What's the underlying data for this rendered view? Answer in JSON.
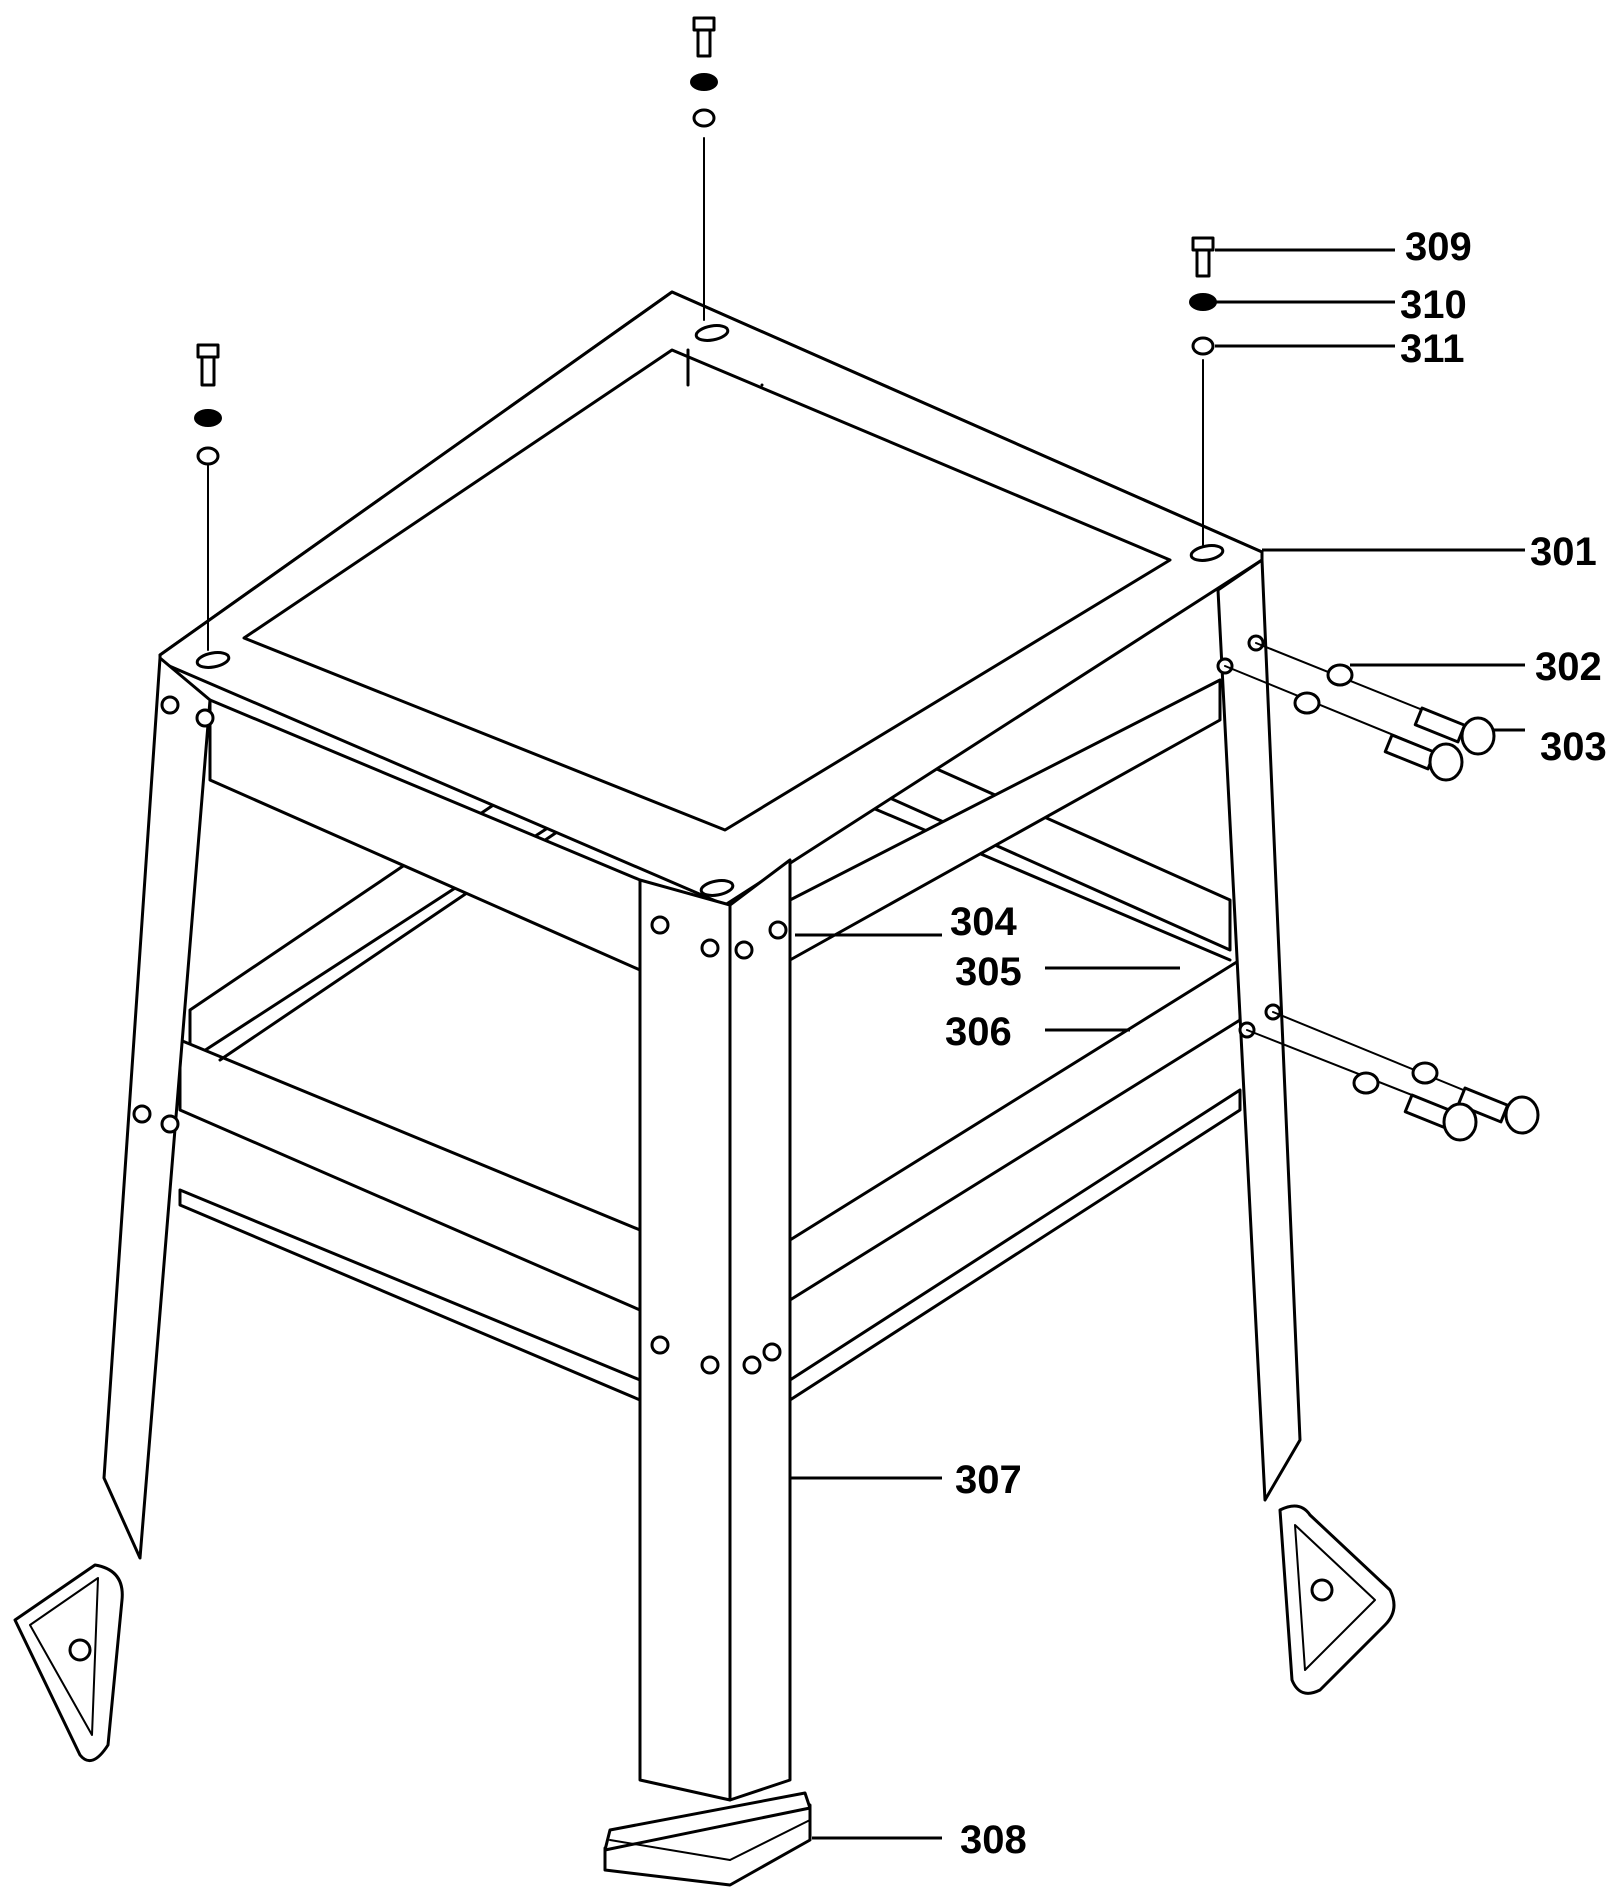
{
  "callouts": [
    {
      "id": "309",
      "label": "309"
    },
    {
      "id": "310",
      "label": "310"
    },
    {
      "id": "311",
      "label": "311"
    },
    {
      "id": "301",
      "label": "301"
    },
    {
      "id": "302",
      "label": "302"
    },
    {
      "id": "303",
      "label": "303"
    },
    {
      "id": "304",
      "label": "304"
    },
    {
      "id": "305",
      "label": "305"
    },
    {
      "id": "306",
      "label": "306"
    },
    {
      "id": "307",
      "label": "307"
    },
    {
      "id": "308",
      "label": "308"
    }
  ]
}
